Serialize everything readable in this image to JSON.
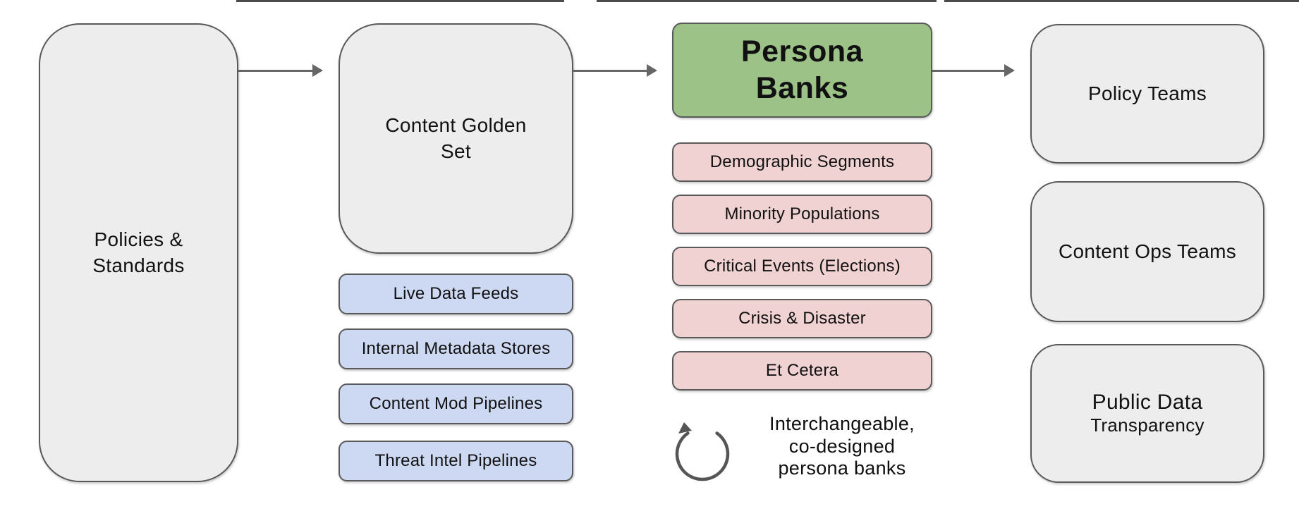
{
  "diagram": {
    "policies": {
      "line1": "Policies &",
      "line2": "Standards"
    },
    "golden_set": {
      "line1": "Content Golden",
      "line2": "Set"
    },
    "persona_banks": {
      "line1": "Persona",
      "line2": "Banks"
    },
    "data_sources": [
      {
        "label": "Live Data Feeds"
      },
      {
        "label": "Internal Metadata Stores"
      },
      {
        "label": "Content Mod Pipelines"
      },
      {
        "label": "Threat Intel Pipelines"
      }
    ],
    "persona_segments": [
      {
        "label": "Demographic Segments"
      },
      {
        "label": "Minority Populations"
      },
      {
        "label": "Critical Events (Elections)"
      },
      {
        "label": "Crisis & Disaster"
      },
      {
        "label": "Et Cetera"
      }
    ],
    "loop_note": {
      "line1": "Interchangeable,",
      "line2": "co-designed",
      "line3": "persona banks"
    },
    "loop_icon": "circular-refresh-arrow-icon",
    "outputs": [
      {
        "label": "Policy Teams"
      },
      {
        "label": "Content Ops Teams"
      },
      {
        "line1": "Public Data",
        "line2": "Transparency"
      }
    ]
  },
  "colors": {
    "box_gray": "#ededee",
    "box_green": "#9cc287",
    "box_blue": "#cdd9f2",
    "box_pink": "#f0d2d3",
    "border": "#595959",
    "arrow": "#666666",
    "text": "#111111",
    "background": "#ffffff"
  }
}
